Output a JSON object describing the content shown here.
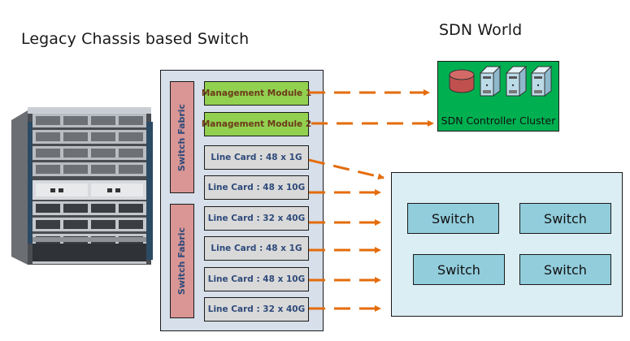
{
  "titles": {
    "legacy": "Legacy Chassis based Switch",
    "sdn": "SDN World"
  },
  "chassis_image": {
    "icon": "chassis-switch-photo"
  },
  "switch_fabrics": [
    {
      "label": "Switch Fabric"
    },
    {
      "label": "Switch Fabric"
    }
  ],
  "modules": [
    {
      "label": "Management Module 1",
      "type": "management"
    },
    {
      "label": "Management Module 2",
      "type": "management"
    },
    {
      "label": "Line Card : 48 x 1G",
      "type": "line-card"
    },
    {
      "label": "Line Card : 48 x 10G",
      "type": "line-card"
    },
    {
      "label": "Line Card : 32 x 40G",
      "type": "line-card"
    },
    {
      "label": "Line Card : 48 x 1G",
      "type": "line-card"
    },
    {
      "label": "Line Card : 48 x 10G",
      "type": "line-card"
    },
    {
      "label": "Line Card : 32 x 40G",
      "type": "line-card"
    }
  ],
  "sdn_controller": {
    "label": "SDN Controller Cluster",
    "icons": [
      "database-icon",
      "server-icon",
      "server-icon",
      "server-icon"
    ]
  },
  "network": {
    "switches": [
      {
        "label": "Switch"
      },
      {
        "label": "Switch"
      },
      {
        "label": "Switch"
      },
      {
        "label": "Switch"
      }
    ]
  },
  "colors": {
    "arrow": "#e46c0a",
    "management": "#92d050",
    "line_card": "#d9d9d9",
    "fabric": "#d99694",
    "sdn_cluster": "#00b050",
    "switch": "#92cddc"
  }
}
